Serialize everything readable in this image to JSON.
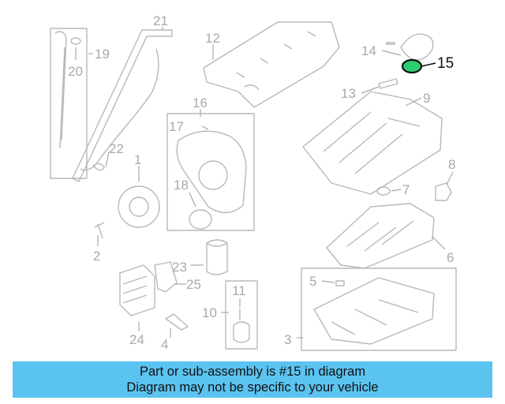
{
  "callouts": {
    "n1": "1",
    "n2": "2",
    "n3": "3",
    "n4": "4",
    "n5": "5",
    "n6": "6",
    "n7": "7",
    "n8": "8",
    "n9": "9",
    "n10": "10",
    "n11": "11",
    "n12": "12",
    "n13": "13",
    "n14": "14",
    "n15": "15",
    "n16": "16",
    "n17": "17",
    "n18": "18",
    "n19": "19",
    "n20": "20",
    "n21": "21",
    "n22": "22",
    "n23": "23",
    "n24": "24",
    "n25": "25"
  },
  "highlighted_part": "15",
  "colors": {
    "banner": "#5bc3f0",
    "highlight": "#2ecc71",
    "line_art": "#b8b8b8"
  },
  "banner": {
    "line1": "Part or sub-assembly is #15 in diagram",
    "line2": "Diagram may not be specific to your vehicle"
  }
}
